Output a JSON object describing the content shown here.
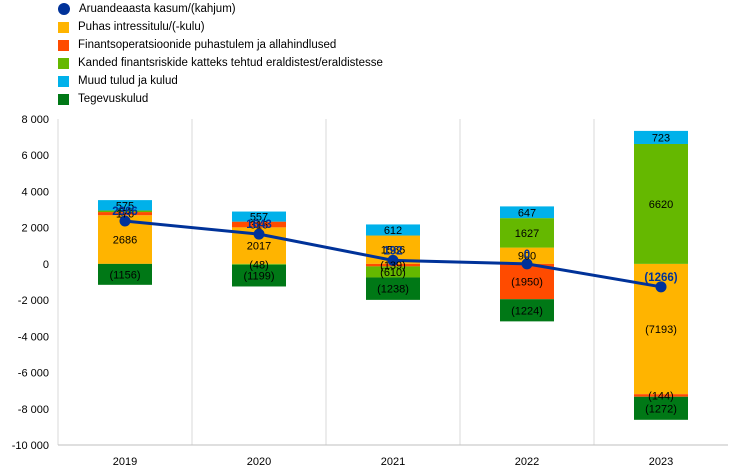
{
  "chart_data": {
    "type": "bar",
    "categories": [
      "2019",
      "2020",
      "2021",
      "2022",
      "2023"
    ],
    "ylim": [
      -10000,
      8000
    ],
    "yticks": [
      -10000,
      -8000,
      -6000,
      -4000,
      -2000,
      0,
      2000,
      4000,
      6000,
      8000
    ],
    "ytick_labels": [
      "-10 000",
      "-8 000",
      "-6 000",
      "-4 000",
      "-2 000",
      "0",
      "2 000",
      "4 000",
      "6 000",
      "8 000"
    ],
    "grid": "vertical",
    "legend_position": "top-left",
    "series": [
      {
        "name": "Puhas intressitulu/(-kulu)",
        "color": "#FFB400",
        "values": [
          2686,
          2017,
          1566,
          900,
          -7193
        ],
        "labels": [
          "2686",
          "2017",
          "1566",
          "900",
          "(7193)"
        ]
      },
      {
        "name": "Finantsoperatsioonide puhastulem ja allahindlused",
        "color": "#FF4B00",
        "values": [
          176,
          316,
          -139,
          -1950,
          -144
        ],
        "labels": [
          "176",
          "316",
          "(139)",
          "(1950)",
          "(144)"
        ]
      },
      {
        "name": "Kanded finantsriskide katteks tehtud eraldistest/eraldistesse",
        "color": "#65B800",
        "values": [
          84,
          -48,
          -610,
          1627,
          6620
        ],
        "labels": [
          "84",
          "(48)",
          "(610)",
          "1627",
          "6620"
        ]
      },
      {
        "name": "Muud tulud ja kulud",
        "color": "#00B1EA",
        "values": [
          575,
          557,
          612,
          647,
          723
        ],
        "labels": [
          "575",
          "557",
          "612",
          "647",
          "723"
        ]
      },
      {
        "name": "Tegevuskulud",
        "color": "#007816",
        "values": [
          -1156,
          -1199,
          -1238,
          -1224,
          -1272
        ],
        "labels": [
          "(1156)",
          "(1199)",
          "(1238)",
          "(1224)",
          "(1272)"
        ]
      }
    ],
    "line": {
      "name": "Aruandeaasta kasum/(kahjum)",
      "color": "#003299",
      "values": [
        2366,
        1643,
        192,
        0,
        -1266
      ],
      "labels": [
        "2366",
        "1643",
        "192",
        "0",
        "(1266)"
      ]
    }
  }
}
